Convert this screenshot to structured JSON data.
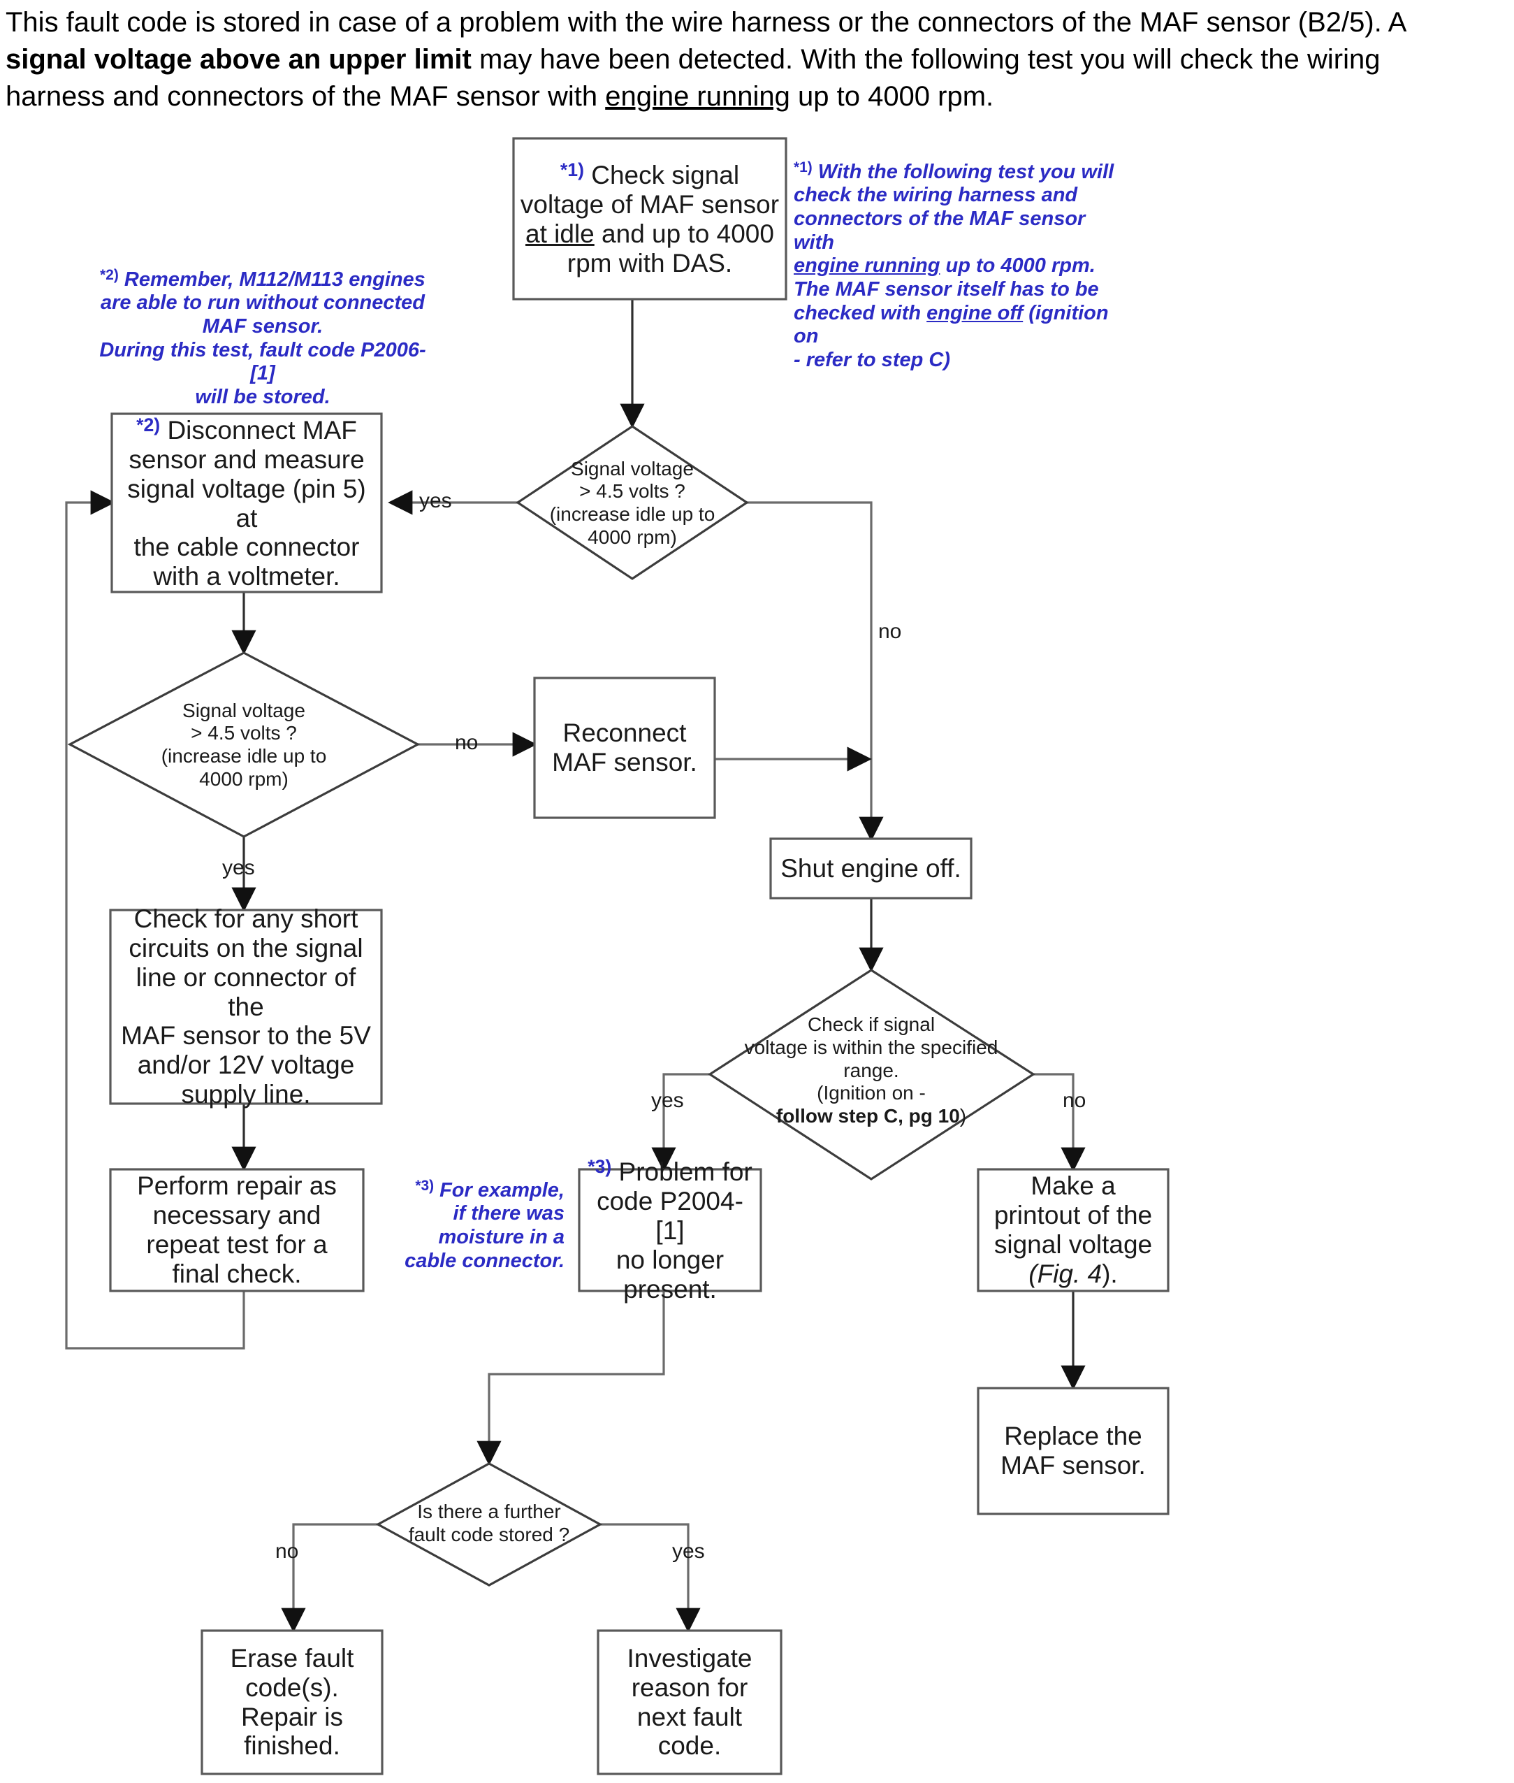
{
  "intro": {
    "part1": "This fault code is stored in case of a problem with the wire harness or the connectors of the  MAF sensor (B2/5). A ",
    "bold1": "signal voltage above an upper limit",
    "part2": " may have been detected. With the following test you will check the wiring harness and connectors of the  MAF sensor with ",
    "underline1": "engine running",
    "part3": " up to 4000 rpm."
  },
  "colors": {
    "note_blue": "#2b2bc4",
    "box_stroke": "#595959",
    "connector": "#6b6b6b",
    "text": "#1a1a1a",
    "background": "#ffffff"
  },
  "nodes": {
    "check_signal_voltage": {
      "marker": "*1)",
      "line1": "Check signal",
      "line2": "voltage of  MAF sensor",
      "line3_u": "at idle",
      "line3_rest": " and up to 4000",
      "line4": "rpm with DAS."
    },
    "disconnect_maf": {
      "marker": "*2)",
      "line1": "Disconnect  MAF",
      "line2": "sensor and measure",
      "line3": "signal voltage (pin 5) at",
      "line4": "the cable connector",
      "line5": "with a voltmeter."
    },
    "decision_1": {
      "line1": "Signal voltage",
      "line2": "> 4.5 volts ?",
      "line3": "(increase idle up to",
      "line4": "4000 rpm)"
    },
    "decision_2": {
      "line1": "Signal voltage",
      "line2": "> 4.5 volts ?",
      "line3": "(increase idle up to",
      "line4": "4000 rpm)"
    },
    "reconnect_maf": {
      "line1": "Reconnect",
      "line2": "MAF sensor."
    },
    "shut_engine_off": {
      "line1": "Shut engine off."
    },
    "check_short_circuits": {
      "line1": "Check for any short",
      "line2": "circuits on the signal",
      "line3": "line or connector of the",
      "line4": "MAF sensor to the 5V",
      "line5": "and/or 12V voltage",
      "line6": "supply line."
    },
    "decision_3": {
      "line1": "Check if signal",
      "line2": "voltage is within the specified",
      "line3": "range.",
      "line4": "(Ignition on -",
      "line5_bold": "follow step C, pg 10",
      "line5_rest": ")"
    },
    "perform_repair": {
      "line1": "Perform repair as",
      "line2": "necessary and",
      "line3": "repeat test  for a",
      "line4": "final check."
    },
    "problem_no_longer": {
      "marker": "*3)",
      "line1": "Problem for",
      "line2": "code P2004-[1]",
      "line3": "no longer",
      "line4": "present."
    },
    "make_printout": {
      "line1": "Make a",
      "line2": "printout of the",
      "line3": "signal voltage",
      "line4_ital": "(Fig. 4",
      "line4_rest": ")."
    },
    "replace_maf": {
      "line1": "Replace the",
      "line2": "MAF sensor."
    },
    "decision_4": {
      "line1": "Is there a further",
      "line2": "fault code stored ?"
    },
    "erase_fault_codes": {
      "line1": "Erase fault",
      "line2": "code(s).",
      "line3": "Repair is",
      "line4": "finished."
    },
    "investigate_reason": {
      "line1": "Investigate",
      "line2": "reason for",
      "line3": "next fault code."
    }
  },
  "edge_labels": {
    "d1_yes": "yes",
    "d1_no": "no",
    "d2_yes": "yes",
    "d2_no": "no",
    "d3_yes": "yes",
    "d3_no": "no",
    "d4_no": "no",
    "d4_yes": "yes"
  },
  "notes": {
    "note1": {
      "marker": "*1)",
      "line1": "With the following test you will",
      "line2": "check the wiring harness and",
      "line3": "connectors of the  MAF sensor with",
      "line4_u": "engine running",
      "line4_rest": " up to 4000 rpm.",
      "line5": "The  MAF sensor itself has to be",
      "line6_pre": "checked with ",
      "line6_u": "engine off",
      "line6_rest": " (ignition on",
      "line7": "- refer to step C)"
    },
    "note2": {
      "marker": "*2)",
      "line1": "Remember, M112/M113 engines",
      "line2": "are able to run without connected",
      "line3": "MAF sensor.",
      "line4": "During this test, fault code P2006-[1]",
      "line5": "will be stored."
    },
    "note3": {
      "marker": "*3)",
      "line1": "For example,",
      "line2": "if there was",
      "line3": "moisture in a",
      "line4": "cable connector."
    }
  }
}
